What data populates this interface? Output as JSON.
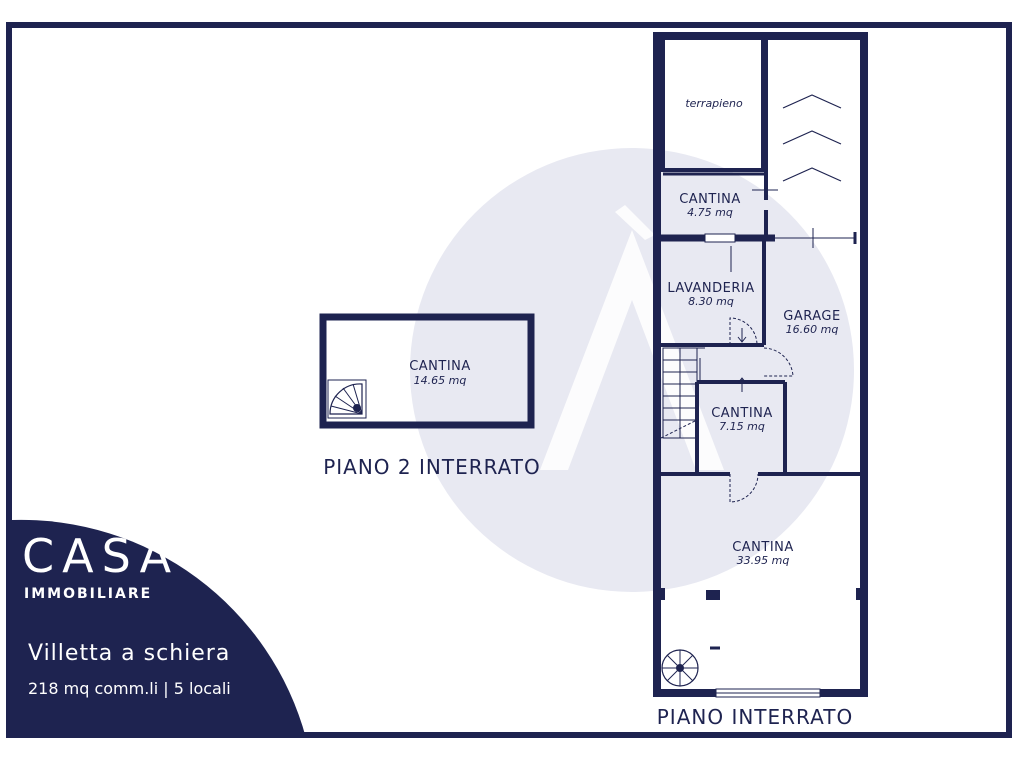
{
  "colors": {
    "navy": "#1e2350",
    "watermark": "#e8e9f2",
    "white": "#ffffff"
  },
  "floor_b2": {
    "title": "PIANO 2 INTERRATO",
    "room": {
      "name": "CANTINA",
      "area": "14.65 mq"
    }
  },
  "floor_b1": {
    "title": "PIANO INTERRATO",
    "terrapieno": "terrapieno",
    "cantina_small": {
      "name": "CANTINA",
      "area": "4.75 mq"
    },
    "lavanderia": {
      "name": "LAVANDERIA",
      "area": "8.30 mq"
    },
    "garage": {
      "name": "GARAGE",
      "area": "16.60 mq"
    },
    "cantina_mid": {
      "name": "CANTINA",
      "area": "7.15 mq"
    },
    "cantina_big": {
      "name": "CANTINA",
      "area": "33.95 mq"
    }
  },
  "brand": {
    "name": "CASÀ",
    "subtitle": "IMMOBILIARE"
  },
  "property": {
    "type": "Villetta a schiera",
    "details": "218 mq comm.li | 5 locali"
  },
  "icons": [
    "spiral-stair-icon",
    "arrow-down-icon",
    "arrow-up-icon",
    "ramp-chevron-icon"
  ]
}
